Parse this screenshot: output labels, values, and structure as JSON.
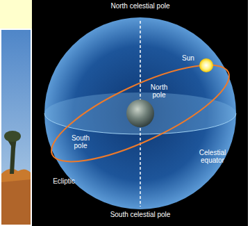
{
  "diagram": {
    "labels": [
      "North celestial pole",
      "Sun",
      "North pole",
      "South pole",
      "Celestial equator",
      "Ecliptic",
      "South celestial pole"
    ]
  }
}
